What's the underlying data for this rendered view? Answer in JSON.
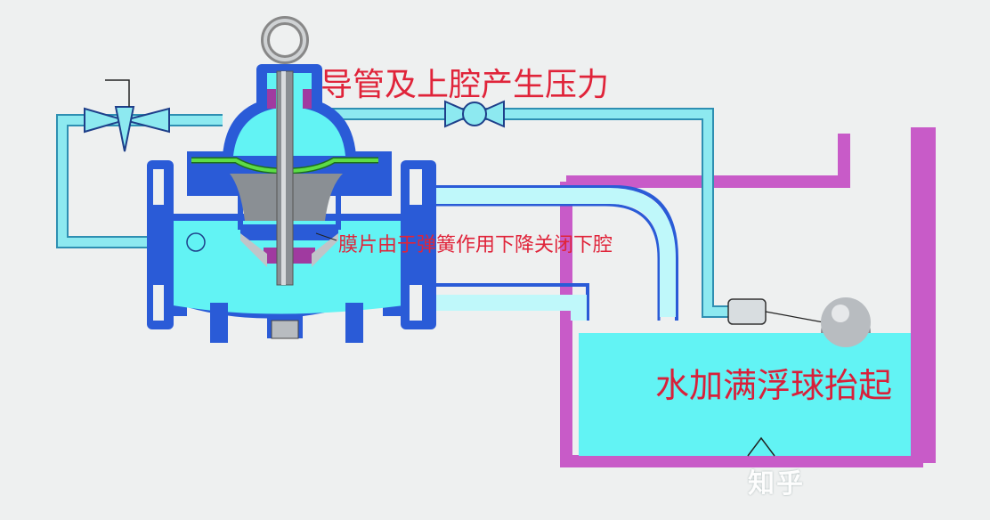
{
  "labels": {
    "title": "导管及上腔产生压力",
    "diaphragm_note": "膜片由于弹簧作用下降关闭下腔",
    "tank_note": "水加满浮球抬起",
    "watermark": "知乎"
  },
  "colors": {
    "water": "#62f3f4",
    "pipe": "#8de9f0",
    "valve_body": "#2a5bd7",
    "tank_wall": "#c85bc8",
    "text_red": "#e0243a"
  }
}
